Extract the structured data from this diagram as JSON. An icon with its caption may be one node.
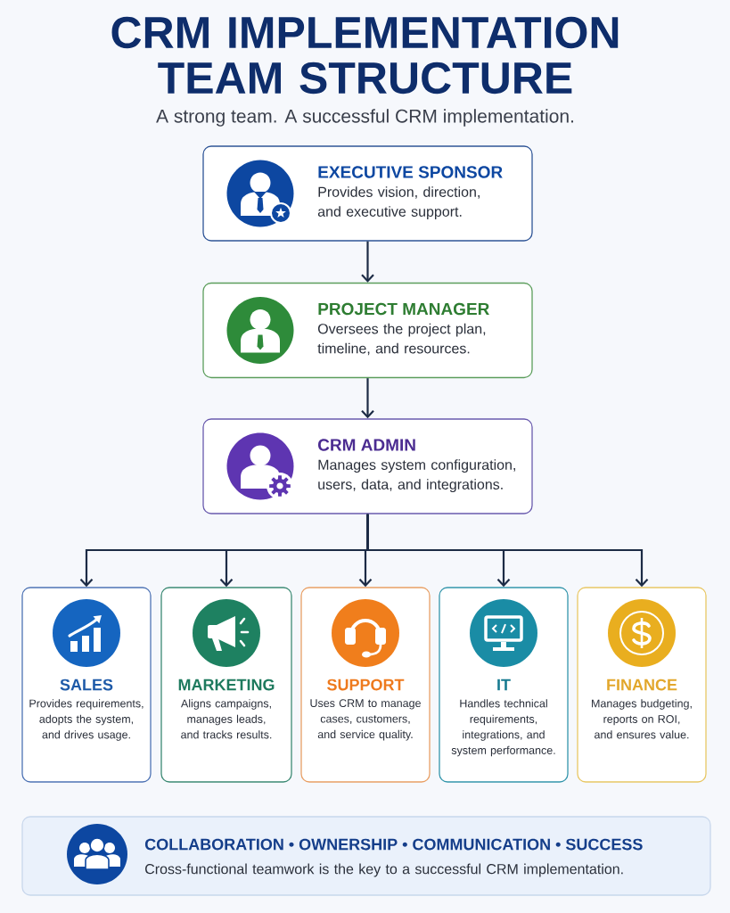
{
  "diagram": {
    "title": "CRM IMPLEMENTATION TEAM STRUCTURE",
    "nodes": [
      {
        "text": [
          "EXECUTIVE SPONSOR",
          "Provides vision, direction, and executive support."
        ]
      },
      {
        "text": [
          "PROJECT MANAGER",
          "Oversees the project plan, timeline, and resources."
        ]
      },
      {
        "text": [
          "CRM ADMIN",
          "Manages system configuration, users, data, and integrations."
        ]
      },
      {
        "text": [
          "SALES",
          "Provides requirements, adopts the system, and drives usage."
        ]
      },
      {
        "text": [
          "MARKETING",
          "Aligns campaigns, manages leads, and tracks results."
        ]
      },
      {
        "text": [
          "SUPPORT",
          "Uses CRM to manage cases, customers, and service quality."
        ]
      },
      {
        "text": [
          "IT",
          "Handles technical requirements, integrations, and system performance."
        ]
      },
      {
        "text": [
          "FINANCE",
          "Manages budgeting, reports on ROI, and ensures value."
        ]
      },
      {
        "text": [
          "COLLABORATION • OWNERSHIP • COMMUNICATION • SUCCESS",
          "Cross-functional teamwork is the key to a successful CRM implementation."
        ]
      }
    ],
    "edges": [
      {
        "from": 0,
        "to": 1,
        "arrow": "to"
      },
      {
        "from": 1,
        "to": 2,
        "arrow": "to"
      },
      {
        "from": 2,
        "to": 3,
        "arrow": "to"
      },
      {
        "from": 2,
        "to": 4,
        "arrow": "to"
      },
      {
        "from": 2,
        "to": 5,
        "arrow": "to"
      },
      {
        "from": 2,
        "to": 6,
        "arrow": "to"
      },
      {
        "from": 2,
        "to": 7,
        "arrow": "to"
      }
    ],
    "labels": [
      "A strong team. A successful CRM implementation."
    ]
  }
}
